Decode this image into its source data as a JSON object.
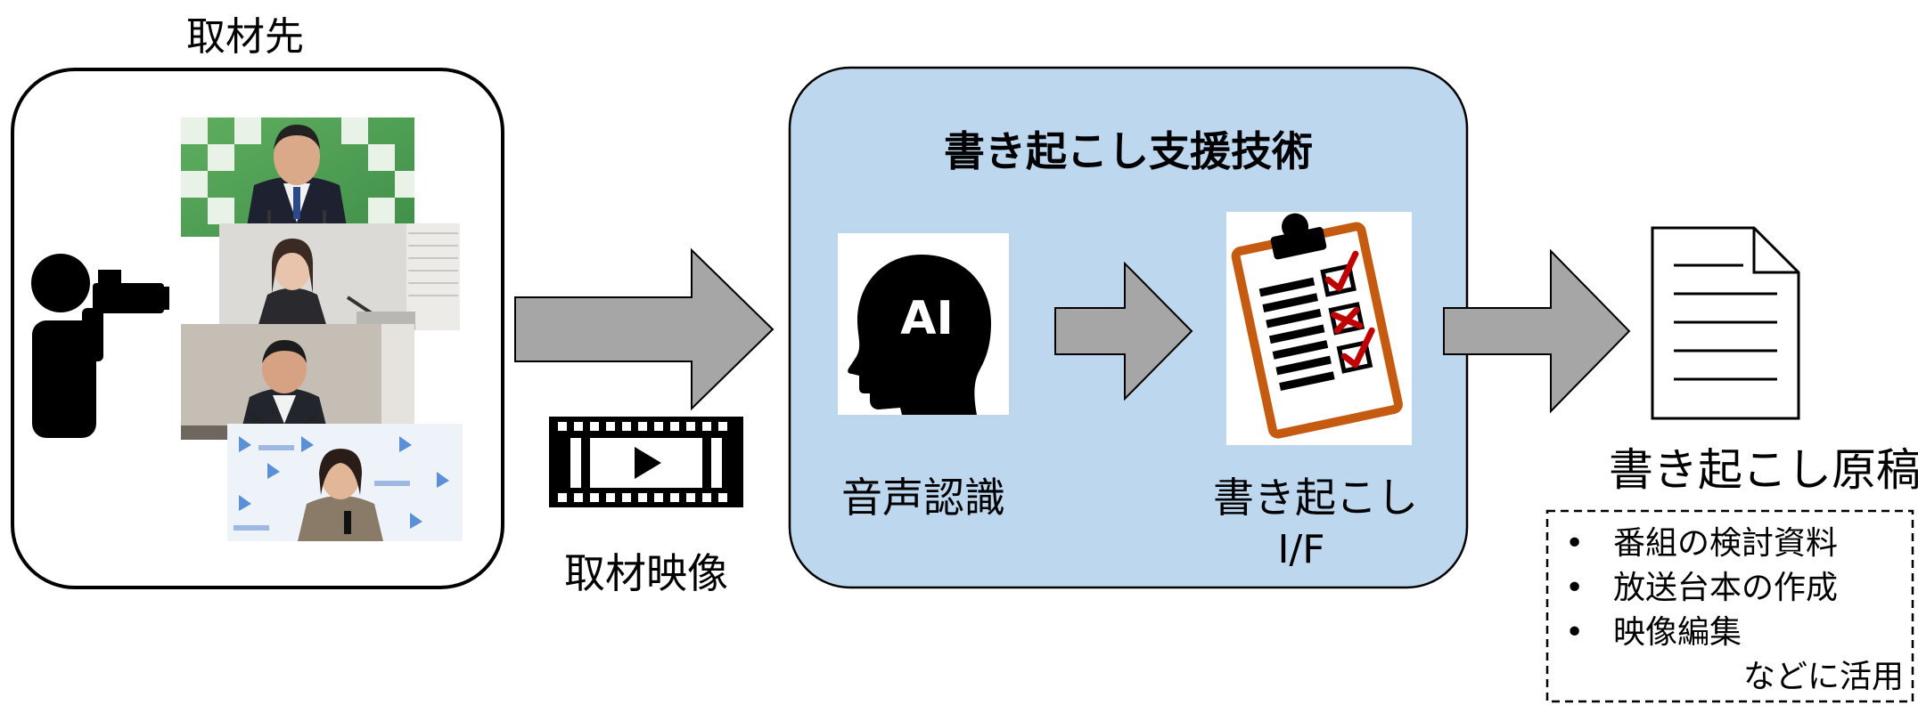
{
  "source": {
    "title": "取材先",
    "photos": [
      {
        "name": "press-conference-photo-1"
      },
      {
        "name": "press-conference-photo-2"
      },
      {
        "name": "press-conference-photo-3"
      },
      {
        "name": "press-conference-photo-4"
      }
    ]
  },
  "footage": {
    "label": "取材映像",
    "icon": "film-strip-icon"
  },
  "support": {
    "title": "書き起こし支援技術",
    "box_color": "#bdd7ee",
    "ai": {
      "icon_text": "AI",
      "label": "音声認識",
      "icon": "ai-head-icon"
    },
    "interface": {
      "label_line1": "書き起こし",
      "label_line2": "I/F",
      "icon": "clipboard-checklist-icon"
    }
  },
  "output": {
    "title": "書き起こし原稿",
    "icon": "document-icon",
    "uses": [
      "番組の検討資料",
      "放送台本の作成",
      "映像編集"
    ],
    "uses_note": "などに活用"
  },
  "colors": {
    "arrow_fill": "#a6a6a6",
    "clipboard_brown": "#c55a11",
    "check_red": "#c00000"
  }
}
